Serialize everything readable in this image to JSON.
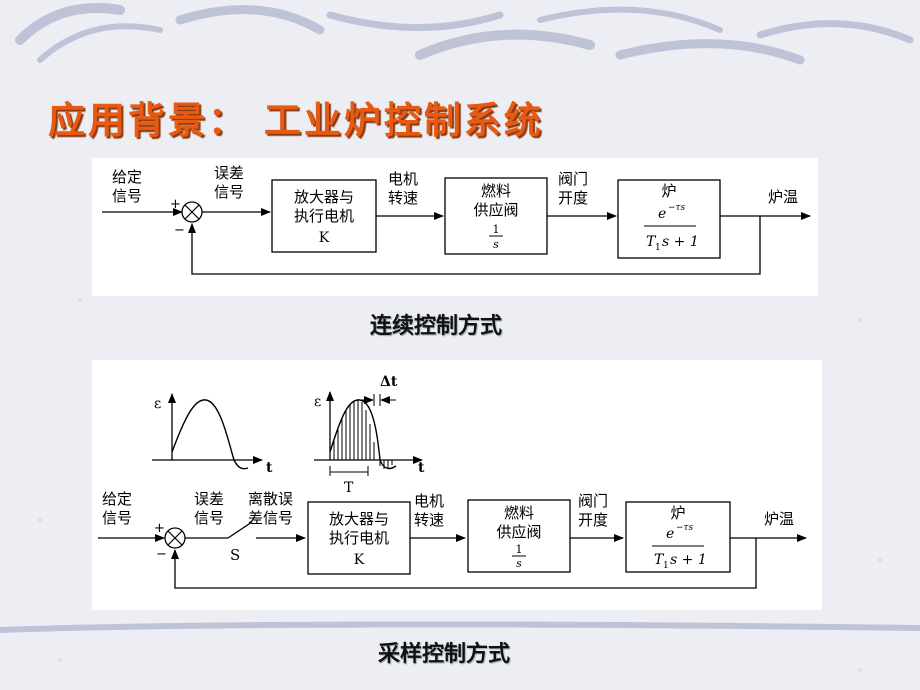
{
  "title": "应用背景： 工业炉控制系统",
  "continuous": {
    "caption": "连续控制方式",
    "input_label": [
      "给定",
      "信号"
    ],
    "plus": "+",
    "minus": "−",
    "error_label": [
      "误差",
      "信号"
    ],
    "amp_block": [
      "放大器与",
      "执行电机",
      "K"
    ],
    "motor_label": [
      "电机",
      "转速"
    ],
    "fuel_block": [
      "燃料",
      "供应阀"
    ],
    "fuel_frac": {
      "num": "1",
      "den": "s"
    },
    "valve_label": [
      "阀门",
      "开度"
    ],
    "furnace_block": "炉",
    "furnace_tf": {
      "num": "e",
      "num_exp": "−τs",
      "den_a": "T",
      "den_sub": "1",
      "den_b": "s + 1"
    },
    "output_label": "炉温"
  },
  "sampled": {
    "caption": "采样控制方式",
    "input_label": [
      "给定",
      "信号"
    ],
    "plus": "+",
    "minus": "−",
    "error_label": [
      "误差",
      "信号"
    ],
    "switch_label": "S",
    "discrete_label": [
      "离散误",
      "差信号"
    ],
    "amp_block": [
      "放大器与",
      "执行电机",
      "K"
    ],
    "motor_label": [
      "电机",
      "转速"
    ],
    "fuel_block": [
      "燃料",
      "供应阀"
    ],
    "fuel_frac": {
      "num": "1",
      "den": "s"
    },
    "valve_label": [
      "阀门",
      "开度"
    ],
    "furnace_block": "炉",
    "furnace_tf": {
      "num": "e",
      "num_exp": "−τs",
      "den_a": "T",
      "den_sub": "1",
      "den_b": "s + 1"
    },
    "output_label": "炉温",
    "plot1": {
      "ylabel": "ε",
      "xlabel": "t"
    },
    "plot2": {
      "ylabel": "ε",
      "xlabel": "t",
      "dt_label": "Δt",
      "period_label": "T"
    }
  },
  "colors": {
    "title": "#e85a12",
    "background": "#eceef3",
    "swoosh": "#bfc3d8"
  }
}
